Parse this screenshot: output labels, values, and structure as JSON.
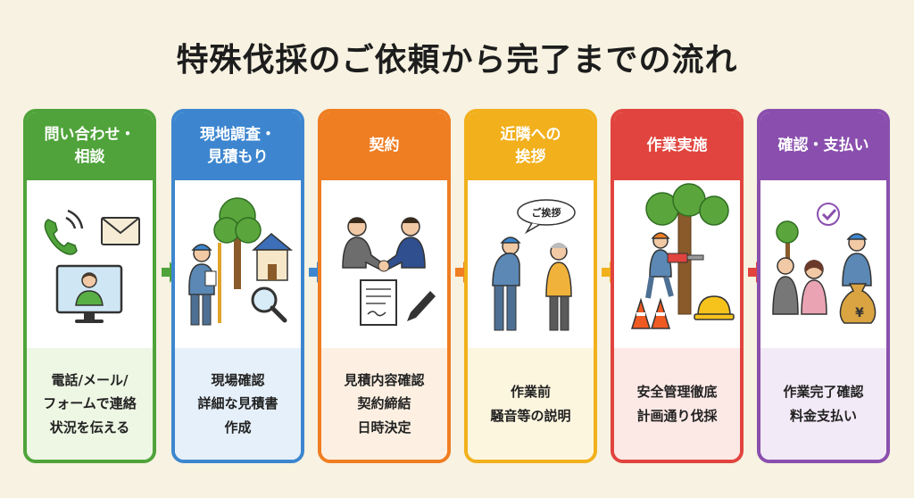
{
  "title": "特殊伐採のご依頼から完了までの流れ",
  "steps": [
    {
      "header": "問い合わせ・\n相談",
      "color": "#4fa33a",
      "bg": "#eef6e4",
      "lines": [
        "電話/メール/",
        "フォームで連絡",
        "状況を伝える"
      ],
      "icons": [
        "phone-icon",
        "mail-icon",
        "video-call-icon"
      ]
    },
    {
      "header": "現地調査・\n見積もり",
      "color": "#3d86cf",
      "bg": "#e6f0fa",
      "lines": [
        "現場確認",
        "詳細な見積書",
        "作成"
      ],
      "icons": [
        "surveyor-icon",
        "tree-icon",
        "house-icon",
        "magnifier-icon"
      ]
    },
    {
      "header": "契約",
      "color": "#ef7d22",
      "bg": "#fdf0e2",
      "lines": [
        "見積内容確認",
        "契約締結",
        "日時決定"
      ],
      "icons": [
        "handshake-icon",
        "contract-document-icon",
        "pen-icon"
      ]
    },
    {
      "header": "近隣への\n挨拶",
      "color": "#f1b01c",
      "bg": "#fdf6df",
      "lines": [
        "作業前",
        "騒音等の説明"
      ],
      "bubble": "ご挨拶",
      "icons": [
        "bowing-worker-icon",
        "neighbor-icon",
        "speech-bubble-icon"
      ]
    },
    {
      "header": "作業実施",
      "color": "#e1443e",
      "bg": "#fce9e6",
      "lines": [
        "安全管理徹底",
        "計画通り伐採"
      ],
      "icons": [
        "tree-climber-icon",
        "chainsaw-icon",
        "traffic-cone-icon",
        "helmet-icon"
      ]
    },
    {
      "header": "確認・支払い",
      "color": "#8a4fae",
      "bg": "#f2eaf6",
      "lines": [
        "作業完了確認",
        "料金支払い"
      ],
      "icons": [
        "check-icon",
        "worker-icon",
        "customers-icon",
        "yen-money-bag-icon"
      ]
    }
  ],
  "arrow_colors": [
    "#4fa33a",
    "#3d86cf",
    "#ef7d22",
    "#f1b01c",
    "#e1443e"
  ]
}
